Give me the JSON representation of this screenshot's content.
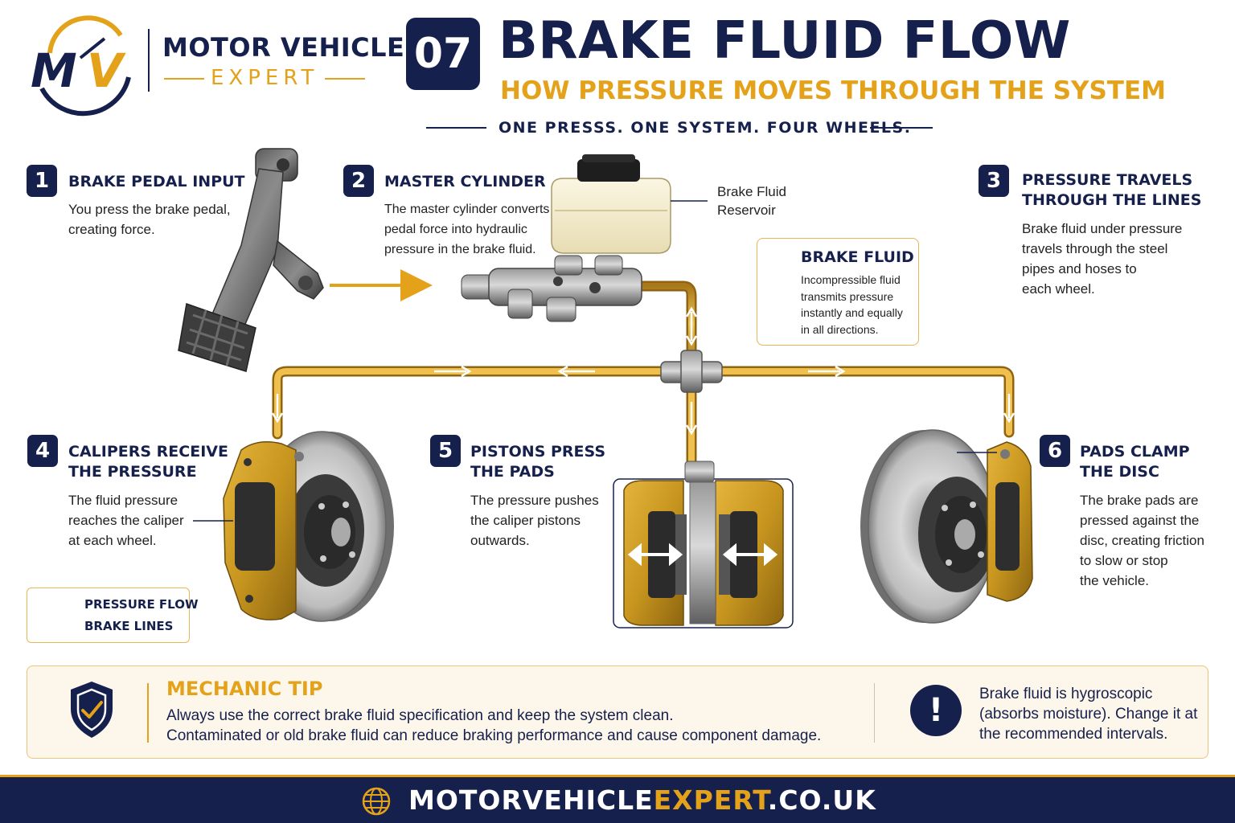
{
  "brand": {
    "logo_monogram": "MV",
    "line1": "MOTOR VEHICLE",
    "line2": "EXPERT"
  },
  "header": {
    "number": "07",
    "title": "BRAKE FLUID FLOW",
    "subtitle": "HOW PRESSURE MOVES THROUGH THE SYSTEM",
    "tagline": "ONE PRESSS.  ONE SYSTEM.  FOUR WHEELS."
  },
  "steps": [
    {
      "num": "1",
      "title": "BRAKE PEDAL INPUT",
      "body": [
        "You press the brake pedal,",
        "creating force."
      ]
    },
    {
      "num": "2",
      "title": "MASTER CYLINDER",
      "body": [
        "The master cylinder converts",
        "pedal force into hydraulic",
        "pressure in the brake fluid."
      ]
    },
    {
      "num": "3",
      "title": [
        "PRESSURE TRAVELS",
        "THROUGH THE LINES"
      ],
      "body": [
        "Brake fluid under pressure",
        "travels through the steel",
        "pipes and hoses to",
        "each wheel."
      ]
    },
    {
      "num": "4",
      "title": [
        "CALIPERS RECEIVE",
        "THE PRESSURE"
      ],
      "body": [
        "The fluid pressure",
        "reaches the caliper",
        "at each wheel."
      ]
    },
    {
      "num": "5",
      "title": [
        "PISTONS PRESS",
        "THE PADS"
      ],
      "body": [
        "The pressure pushes",
        "the caliper pistons",
        "outwards."
      ]
    },
    {
      "num": "6",
      "title": [
        "PADS CLAMP",
        "THE DISC"
      ],
      "body": [
        "The brake pads are",
        "pressed against the",
        "disc, creating friction",
        "to slow or stop",
        "the vehicle."
      ]
    }
  ],
  "reservoir_label": [
    "Brake Fluid",
    "Reservoir"
  ],
  "fluid_info": {
    "icon": "droplet-icon",
    "title": "BRAKE FLUID",
    "body": [
      "Incompressible fluid",
      "transmits pressure",
      "instantly and equally",
      "in all directions."
    ]
  },
  "legend": {
    "pressure_flow": "PRESSURE FLOW",
    "brake_lines": "BRAKE LINES"
  },
  "tip": {
    "icon": "shield-check-icon",
    "title": "MECHANIC TIP",
    "body": [
      "Always use the correct brake fluid specification and keep the system clean.",
      "Contaminated or old brake fluid can reduce braking performance and cause component damage."
    ]
  },
  "note": {
    "icon": "exclamation-icon",
    "symbol": "!",
    "body": [
      "Brake fluid is hygroscopic",
      "(absorbs moisture). Change it at",
      "the recommended intervals."
    ]
  },
  "footer": {
    "icon": "globe-icon",
    "url_part1": "MOTORVEHICLE",
    "url_part2": "EXPERT",
    "url_part3": ".CO.UK"
  },
  "colors": {
    "navy": "#16204d",
    "gold": "#e3a21a",
    "caliper": "#c8961f",
    "tip_bg": "#fdf6ea"
  }
}
